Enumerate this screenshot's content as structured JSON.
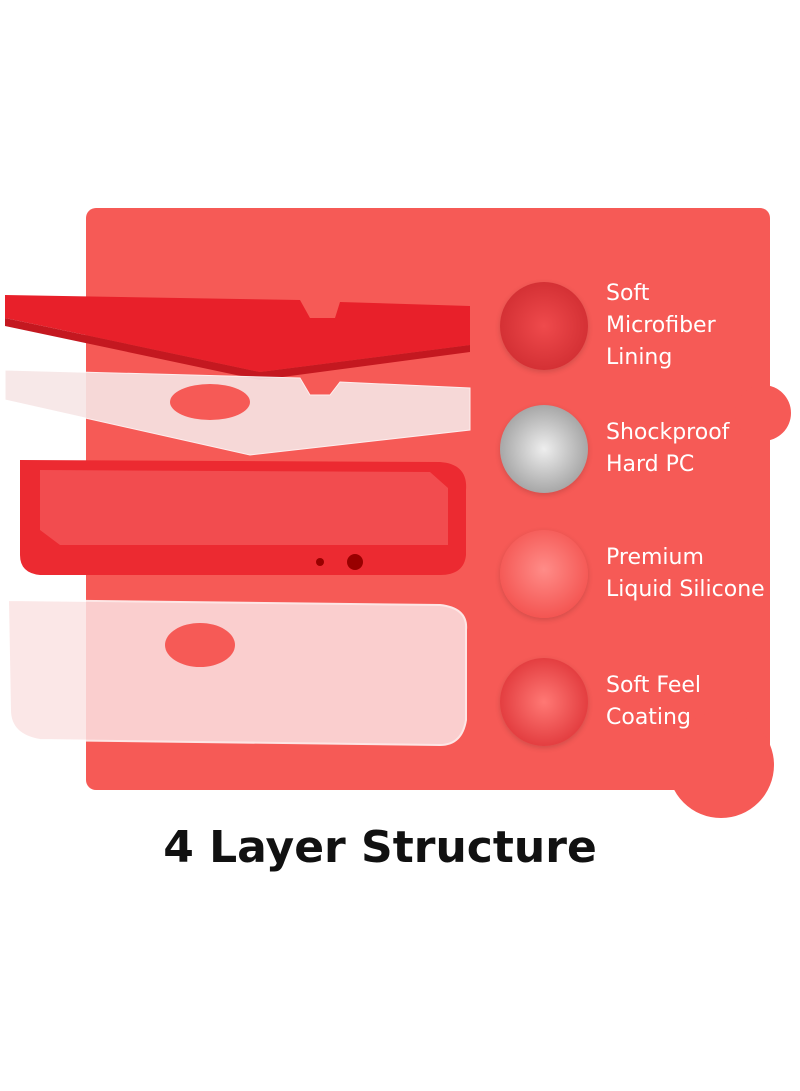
{
  "features": [
    {
      "line1": "Soft",
      "line2": "Microfiber",
      "line3": "Lining",
      "icon": "microfiber-texture-icon",
      "color": "#e0353a"
    },
    {
      "line1": "Shockproof",
      "line2": "Hard PC",
      "icon": "crystal-pc-texture-icon",
      "color": "#b8b8b8"
    },
    {
      "line1": "Premium",
      "line2": "Liquid Silicone",
      "icon": "liquid-silicone-drop-icon",
      "color": "#ff6a66"
    },
    {
      "line1": "Soft Feel",
      "line2": "Coating",
      "icon": "dna-coating-icon",
      "color": "#f0484a"
    }
  ],
  "title": "4 Layer Structure",
  "colors": {
    "panel": "#f65a56",
    "text": "#ffffff",
    "title": "#111111"
  }
}
